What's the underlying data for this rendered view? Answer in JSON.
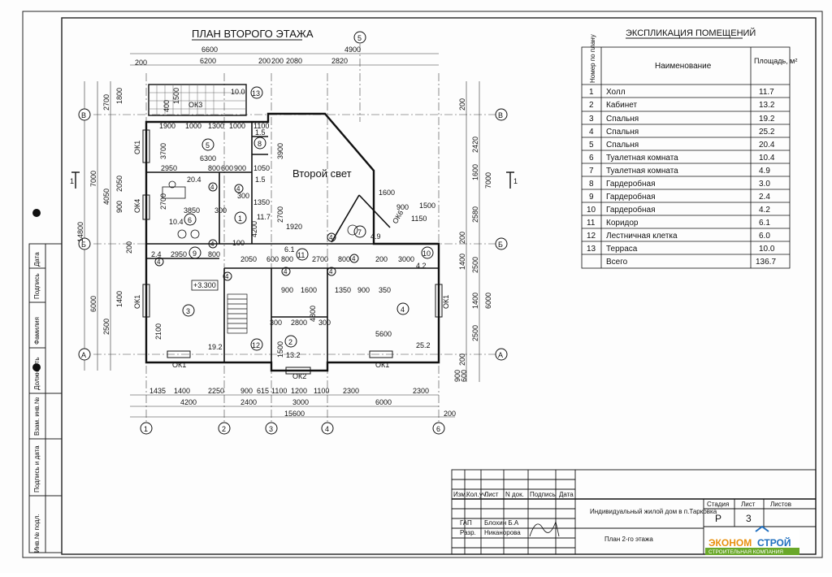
{
  "plan": {
    "title": "ПЛАН ВТОРОГО ЭТАЖА",
    "second_light": "Второй свет",
    "level_mark": "+3.300",
    "section_mark": "1",
    "axes_letters": [
      "В",
      "Б",
      "А"
    ],
    "axes_numbers": [
      "1",
      "2",
      "3",
      "4",
      "5",
      "6"
    ],
    "top_dims_row1": [
      "200",
      "6600",
      "4900"
    ],
    "top_dims_row2": [
      "6200",
      "200",
      "200",
      "2080",
      "2820"
    ],
    "bottom_dims_row1": [
      "1435",
      "1400",
      "2250",
      "900",
      "615",
      "1100",
      "1200",
      "1100",
      "2300",
      "2300"
    ],
    "bottom_dims_row2": [
      "4200",
      "2400",
      "3000",
      "6000"
    ],
    "bottom_dims_row3": [
      "15600",
      "200"
    ],
    "left_dims_outer": [
      "14800",
      "7000",
      "6000"
    ],
    "left_dims_mid": [
      "2700",
      "4050",
      "6000",
      "1400"
    ],
    "left_dims_inner": [
      "1800",
      "2050",
      "900",
      "200",
      "1400",
      "2500"
    ],
    "right_dims": [
      "200",
      "2420",
      "1600",
      "7000",
      "2580",
      "200",
      "1400",
      "2500",
      "6000",
      "1400",
      "2500",
      "200",
      "900",
      "600"
    ],
    "inner_dims": [
      "1900",
      "1000",
      "1300",
      "1000",
      "1100",
      "3700",
      "6300",
      "2950",
      "800",
      "600",
      "900",
      "1050",
      "300",
      "2700",
      "3850",
      "300",
      "1350",
      "4200",
      "3900",
      "2700",
      "1920",
      "1600",
      "900",
      "1500",
      "1150",
      "2950",
      "800",
      "2050",
      "600",
      "800",
      "2700",
      "800",
      "200",
      "3000",
      "900",
      "1600",
      "1350",
      "900",
      "350",
      "2800",
      "4800",
      "300",
      "300",
      "5600",
      "2100",
      "1500",
      "100",
      "400",
      "1500"
    ],
    "room_numbers": [
      "1",
      "2",
      "3",
      "4",
      "5",
      "6",
      "7",
      "8",
      "9",
      "10",
      "11",
      "12",
      "13"
    ],
    "areas": [
      "10.0",
      "1.5",
      "1.5",
      "20.4",
      "10.4",
      "11.7",
      "6.1",
      "4.9",
      "4.2",
      "2.4",
      "19.2",
      "13.2",
      "25.2"
    ],
    "door_numbers": [
      "4",
      "4",
      "4",
      "4",
      "4",
      "4",
      "4",
      "4",
      "4"
    ],
    "windows": [
      "ОК3",
      "ОК1",
      "ОК4",
      "ОК1",
      "ОК1",
      "ОК2",
      "ОК1",
      "ОК1",
      "ОК6"
    ]
  },
  "explication": {
    "title": "ЭКСПЛИКАЦИЯ ПОМЕЩЕНИЙ",
    "col_num": "Номер по плану",
    "col_name": "Наименование",
    "col_area": "Площадь, м²",
    "rows": [
      {
        "n": "1",
        "name": "Холл",
        "area": "11.7"
      },
      {
        "n": "2",
        "name": "Кабинет",
        "area": "13.2"
      },
      {
        "n": "3",
        "name": "Спальня",
        "area": "19.2"
      },
      {
        "n": "4",
        "name": "Спальня",
        "area": "25.2"
      },
      {
        "n": "5",
        "name": "Спальня",
        "area": "20.4"
      },
      {
        "n": "6",
        "name": "Туалетная комната",
        "area": "10.4"
      },
      {
        "n": "7",
        "name": "Туалетная комната",
        "area": "4.9"
      },
      {
        "n": "8",
        "name": "Гардеробная",
        "area": "3.0"
      },
      {
        "n": "9",
        "name": "Гардеробная",
        "area": "2.4"
      },
      {
        "n": "10",
        "name": "Гардеробная",
        "area": "4.2"
      },
      {
        "n": "11",
        "name": "Коридор",
        "area": "6.1"
      },
      {
        "n": "12",
        "name": "Лестничная клетка",
        "area": "6.0"
      },
      {
        "n": "13",
        "name": "Терраса",
        "area": "10.0"
      }
    ],
    "total_label": "Всего",
    "total_area": "136.7"
  },
  "side_stamp": [
    "Инв.№ подл.",
    "Подпись и дата",
    "Взам. инв.№",
    "Должность",
    "Фамилия",
    "Подпись",
    "Дата"
  ],
  "title_block": {
    "headers": [
      "Изм.",
      "Кол.уч.",
      "Лист",
      "N док.",
      "Подпись",
      "Дата"
    ],
    "role1": "ГАП",
    "name1": "Блохин Б.А",
    "role2": "Разр.",
    "name2": "Никанорова",
    "project": "Индивидуальный жилой дом в п.Тарковка",
    "sheet_name": "План 2-го этажа",
    "stage_label": "Стадия",
    "sheet_label": "Лист",
    "sheets_label": "Листов",
    "stage": "Р",
    "sheet": "3",
    "sheets": ""
  },
  "logo": {
    "word1": "ЭКОНОМ",
    "word2": "СТРОЙ",
    "sub": "СТРОИТЕЛЬНАЯ КОМПАНИЯ",
    "color_orange": "#e8900f",
    "color_blue": "#1f6fbf",
    "color_green": "#6aa82a"
  }
}
